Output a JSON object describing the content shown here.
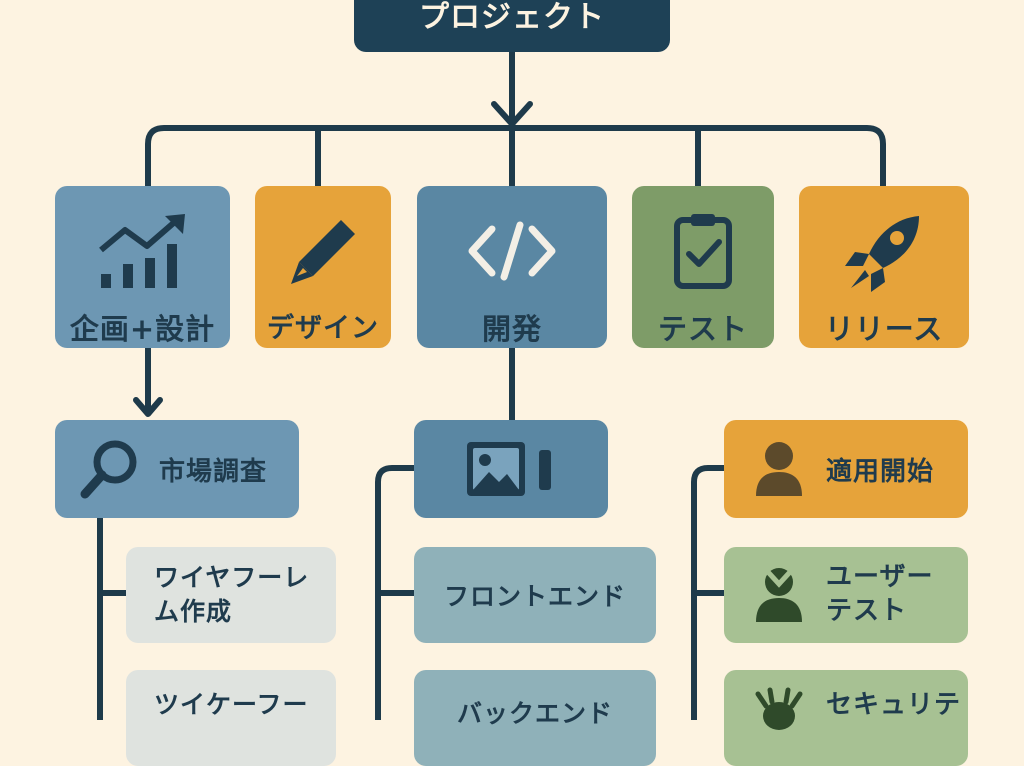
{
  "root": {
    "label": "プロジェクト"
  },
  "categories": [
    {
      "label": "企画+設計",
      "icon": "line-chart-bar-icon"
    },
    {
      "label": "デザイン",
      "icon": "pencil-icon"
    },
    {
      "label": "開発",
      "icon": "code-brackets-icon"
    },
    {
      "label": "テスト",
      "icon": "clipboard-check-icon"
    },
    {
      "label": "リリース",
      "icon": "rocket-icon"
    }
  ],
  "planning_children": [
    {
      "label": "市場調査",
      "icon": "magnifier-icon"
    },
    {
      "label": "ワイヤフーレ\nム作成"
    },
    {
      "label": "ツイケーフー"
    }
  ],
  "development_children": [
    {
      "label": "",
      "icon": "image-frame-icon"
    },
    {
      "label": "フロントエンド"
    },
    {
      "label": "バックエンド"
    }
  ],
  "release_children": [
    {
      "label": "適用開始",
      "icon": "user-icon"
    },
    {
      "label": "ユーザー\nテスト",
      "icon": "user-support-icon"
    },
    {
      "label": "セキュリテ",
      "icon": "bug-icon"
    }
  ],
  "colors": {
    "background": "#fdf3e1",
    "line": "#1e3a4a",
    "blue": "#6d97b3",
    "orange": "#e6a33a",
    "green": "#7e9c68"
  }
}
